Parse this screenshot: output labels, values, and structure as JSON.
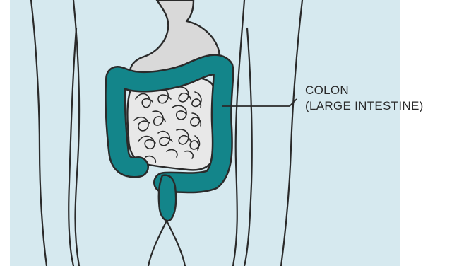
{
  "colors": {
    "background_panel": "#d6e9ef",
    "page_background": "#ffffff",
    "colon": "#13858a",
    "stomach": "#d9d9d9",
    "small_intestine": "#e8e8e8",
    "outline": "#2a2a2a"
  },
  "label": {
    "line1": "COLON",
    "line2": "(LARGE INTESTINE)"
  },
  "icons": [
    "stomach",
    "small-intestine",
    "colon",
    "leg-outline"
  ]
}
